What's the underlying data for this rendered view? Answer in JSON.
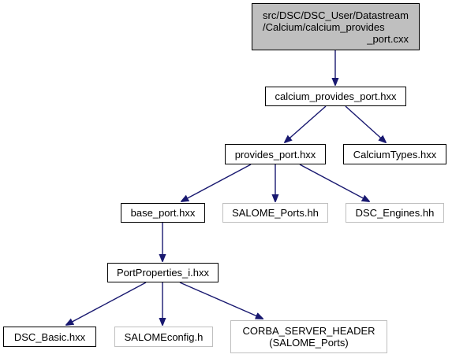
{
  "colors": {
    "edge": "#191970",
    "node_border": "#000000",
    "external_border": "#bfbfbf",
    "root_fill": "#bfbfbf"
  },
  "nodes": {
    "root": {
      "lines": [
        "src/DSC/DSC_User/Datastream",
        "/Calcium/calcium_provides",
        "_port.cxx"
      ]
    },
    "calcium_provides_port_hxx": {
      "label": "calcium_provides_port.hxx"
    },
    "provides_port_hxx": {
      "label": "provides_port.hxx"
    },
    "calciumtypes_hxx": {
      "label": "CalciumTypes.hxx"
    },
    "base_port_hxx": {
      "label": "base_port.hxx"
    },
    "salome_ports_hh": {
      "label": "SALOME_Ports.hh"
    },
    "dsc_engines_hh": {
      "label": "DSC_Engines.hh"
    },
    "portproperties_i_hxx": {
      "label": "PortProperties_i.hxx"
    },
    "dsc_basic_hxx": {
      "label": "DSC_Basic.hxx"
    },
    "salomeconfig_h": {
      "label": "SALOMEconfig.h"
    },
    "corba_server_header": {
      "lines": [
        "CORBA_SERVER_HEADER",
        "(SALOME_Ports)"
      ]
    }
  }
}
